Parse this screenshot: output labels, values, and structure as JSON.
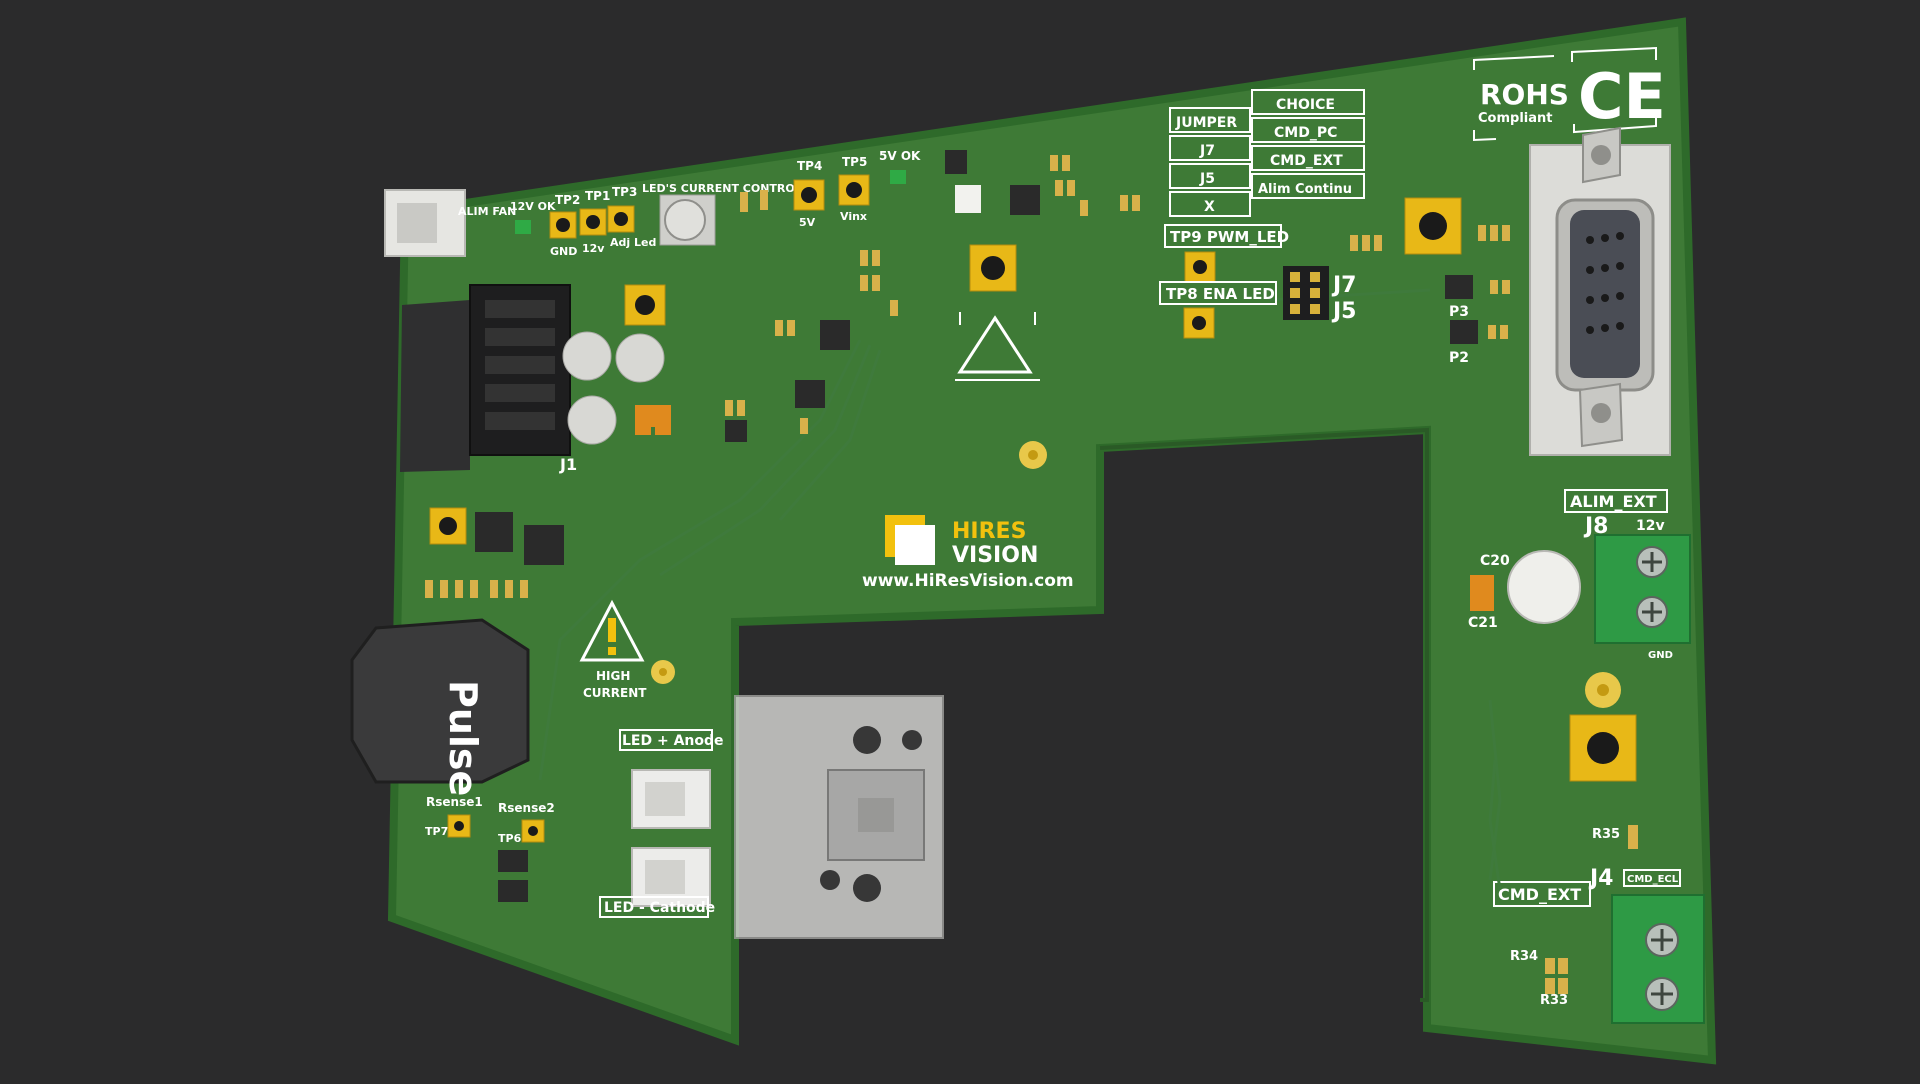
{
  "colors": {
    "background": "#2b2b2c",
    "pcb": "#3e7a36",
    "pcb_edge": "#2e6a2a",
    "silkscreen": "#ffffff",
    "pad_gold": "#e8b817",
    "connector_green": "#2e9a45"
  },
  "board": {
    "top_labels": {
      "alim_fan": "ALIM FAN",
      "ok12v": "12V OK",
      "tp2": "TP2",
      "tp1": "TP1",
      "tp3": "TP3",
      "leds_current": "LED'S CURRENT CONTROL",
      "tp4": "TP4",
      "tp5": "TP5",
      "ok5v": "5V OK",
      "gnd": "GND",
      "v12": "12v",
      "adj_led": "Adj Led",
      "v5": "5V",
      "vinx": "Vinx"
    },
    "jumper_table": {
      "header": [
        "JUMPER",
        "CHOICE"
      ],
      "rows": [
        [
          "J7",
          "CMD_PC"
        ],
        [
          "J5",
          "CMD_EXT"
        ],
        [
          "X",
          "Alim Continu"
        ]
      ]
    },
    "rohs": "ROHS",
    "rohs_sub": "Compliant",
    "ce": "CE",
    "tp9": "TP9 PWM_LED",
    "tp8": "TP8 ENA LED",
    "j7": "J7",
    "j5": "J5",
    "j1": "J1",
    "p3": "P3",
    "p2": "P2",
    "logo_text_1": "HIRES",
    "logo_text_2": "VISION",
    "website": "www.HiResVision.com",
    "warning_1": "HIGH",
    "warning_2": "CURRENT",
    "pulse": "Pulse",
    "led_anode": "LED + Anode",
    "led_cathode": "LED - Cathode",
    "rsense1": "Rsense1",
    "rsense2": "Rsense2",
    "tp7": "TP7",
    "tp6": "TP6",
    "alim_ext": "ALIM_EXT",
    "j8": "J8",
    "v12_ext": "12v",
    "gnd_ext": "GND",
    "c20": "C20",
    "c21": "C21",
    "cmd_ext": "CMD_EXT",
    "j4": "J4",
    "cmd_ecl": "CMD_ECL",
    "r35": "R35",
    "r34": "R34",
    "r33": "R33"
  }
}
